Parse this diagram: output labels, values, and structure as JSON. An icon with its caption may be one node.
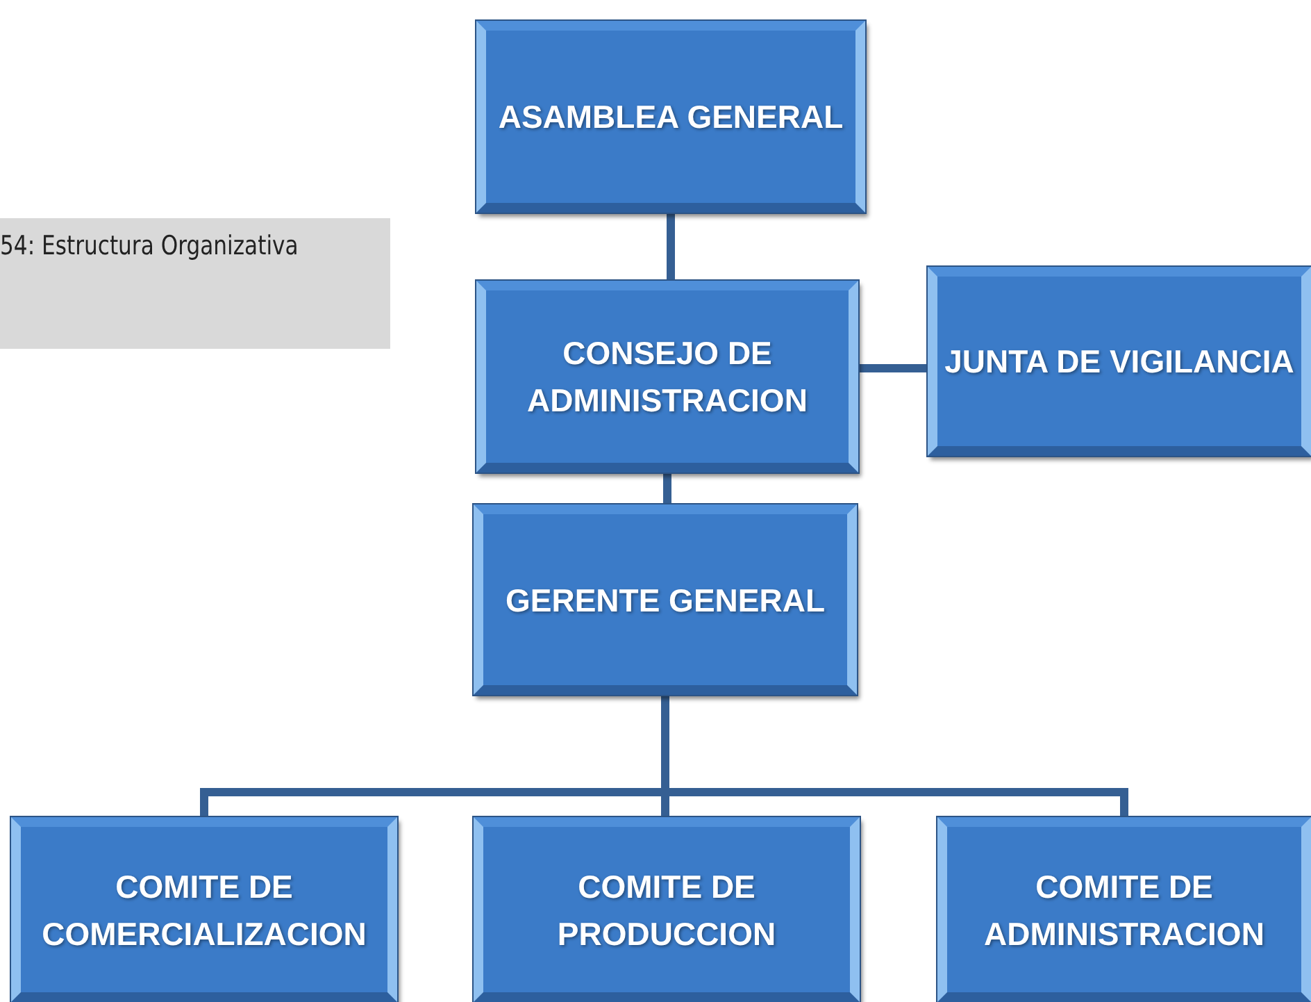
{
  "diagram": {
    "nodes": [
      {
        "text": [
          "ASAMBLEA GENERAL"
        ]
      },
      {
        "text": [
          "CONSEJO DE ADMINISTRACION"
        ]
      },
      {
        "text": [
          "JUNTA DE VIGILANCIA"
        ]
      },
      {
        "text": [
          "GERENTE GENERAL"
        ]
      },
      {
        "text": [
          "COMITE DE COMERCIALIZACION"
        ]
      },
      {
        "text": [
          "COMITE DE PRODUCCION"
        ]
      },
      {
        "text": [
          "COMITE DE ADMINISTRACION"
        ]
      }
    ],
    "edges": [
      {
        "from": 0,
        "to": 1,
        "arrow": "none"
      },
      {
        "from": 1,
        "to": 2,
        "arrow": "none"
      },
      {
        "from": 1,
        "to": 3,
        "arrow": "none"
      },
      {
        "from": 3,
        "to": 4,
        "arrow": "none"
      },
      {
        "from": 3,
        "to": 5,
        "arrow": "none"
      },
      {
        "from": 3,
        "to": 6,
        "arrow": "none"
      }
    ],
    "labels": [
      "54: Estructura Organizativa"
    ]
  }
}
